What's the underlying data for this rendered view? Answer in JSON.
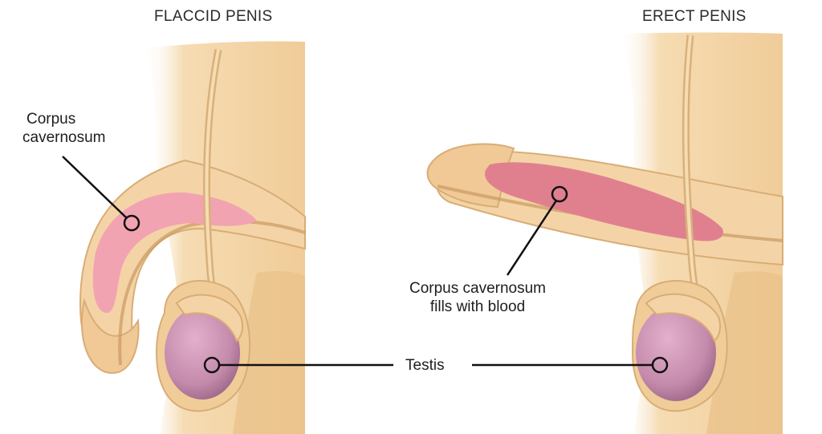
{
  "titles": {
    "flaccid": "FLACCID PENIS",
    "erect": "ERECT PENIS"
  },
  "labels": {
    "corpus_flaccid_line1": "Corpus",
    "corpus_flaccid_line2": "cavernosum",
    "corpus_erect_line1": "Corpus cavernosum",
    "corpus_erect_line2": "fills with blood",
    "testis": "Testis"
  },
  "colors": {
    "skin": "#f3d3a4",
    "skin_shadow": "#e7bd86",
    "skin_outline": "#c99a62",
    "cavernosum_flaccid": "#f2a3b1",
    "cavernosum_erect": "#e07f8e",
    "testis": "#c98aae",
    "testis_dark": "#a26a8d",
    "pointer": "#111111"
  }
}
